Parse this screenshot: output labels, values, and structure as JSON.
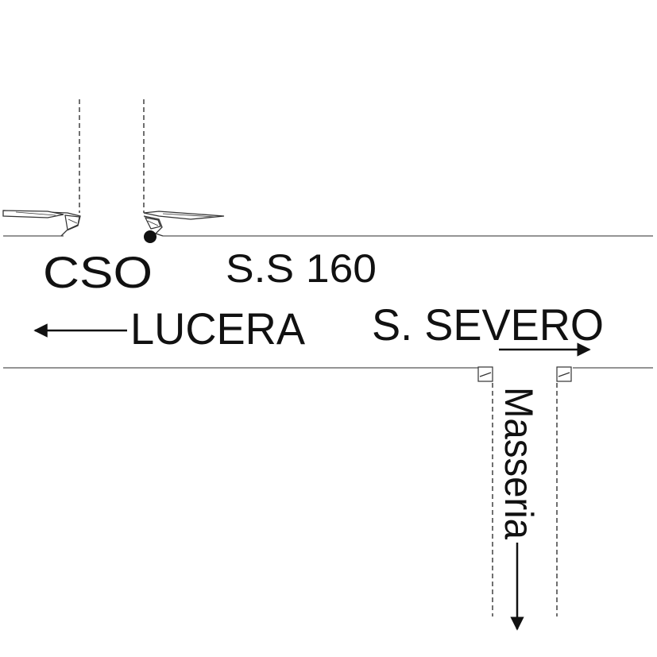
{
  "labels": {
    "cso": "CSO",
    "road_number": "S.S 160",
    "west_destination": "LUCERA",
    "east_destination": "S. SEVERO",
    "south_destination": "Masseria"
  },
  "colors": {
    "ink": "#111111",
    "line": "#555555",
    "background": "#ffffff"
  }
}
